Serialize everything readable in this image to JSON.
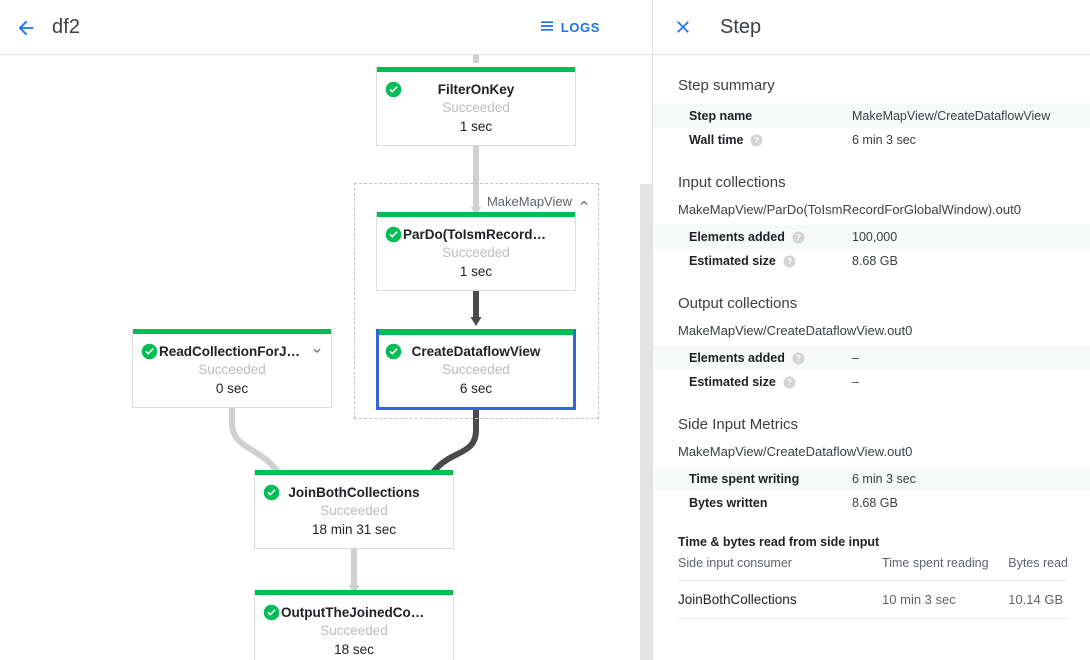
{
  "header": {
    "back_icon": "arrow-left-icon",
    "job_name": "df2",
    "logs_label": "LOGS",
    "logs_icon": "list-icon"
  },
  "graph": {
    "group": {
      "label": "MakeMapView",
      "collapse_icon": "chevron-up-icon"
    },
    "nodes": [
      {
        "id": "filter-on-key",
        "title": "FilterOnKey",
        "status": "Succeeded",
        "time": "1 sec",
        "status_icon": "check-circle-icon",
        "selected": false,
        "chevron": null
      },
      {
        "id": "pardo-to-ism-record",
        "title": "ParDo(ToIsmRecordFor…",
        "status": "Succeeded",
        "time": "1 sec",
        "status_icon": "check-circle-icon",
        "selected": false,
        "chevron": null
      },
      {
        "id": "create-dataflow-view",
        "title": "CreateDataflowView",
        "status": "Succeeded",
        "time": "6 sec",
        "status_icon": "check-circle-icon",
        "selected": true,
        "chevron": null
      },
      {
        "id": "read-collection-for-join",
        "title": "ReadCollectionForJoin",
        "status": "Succeeded",
        "time": "0 sec",
        "status_icon": "check-circle-icon",
        "selected": false,
        "chevron": "chevron-down-icon"
      },
      {
        "id": "join-both-collections",
        "title": "JoinBothCollections",
        "status": "Succeeded",
        "time": "18 min 31 sec",
        "status_icon": "check-circle-icon",
        "selected": false,
        "chevron": null
      },
      {
        "id": "output-the-joined-collection",
        "title": "OutputTheJoinedCollec…",
        "status": "Succeeded",
        "time": "18 sec",
        "status_icon": "check-circle-icon",
        "selected": false,
        "chevron": null
      }
    ],
    "colors": {
      "node_bar_green": "#00bd56",
      "selected_border": "#3367d6",
      "edge_light": "#d0d0d0",
      "edge_dark": "#4a4a4a"
    }
  },
  "detail": {
    "close_icon": "close-icon",
    "title": "Step",
    "step_summary": {
      "heading": "Step summary",
      "rows": [
        {
          "key": "Step name",
          "value": "MakeMapView/CreateDataflowView",
          "help": false
        },
        {
          "key": "Wall time",
          "value": "6 min 3 sec",
          "help": true
        }
      ]
    },
    "input_collections": {
      "heading": "Input collections",
      "collection": "MakeMapView/ParDo(ToIsmRecordForGlobalWindow).out0",
      "rows": [
        {
          "key": "Elements added",
          "value": "100,000",
          "help": true
        },
        {
          "key": "Estimated size",
          "value": "8.68 GB",
          "help": true
        }
      ]
    },
    "output_collections": {
      "heading": "Output collections",
      "collection": "MakeMapView/CreateDataflowView.out0",
      "rows": [
        {
          "key": "Elements added",
          "value": "–",
          "help": true
        },
        {
          "key": "Estimated size",
          "value": "–",
          "help": true
        }
      ]
    },
    "side_input_metrics": {
      "heading": "Side Input Metrics",
      "collection": "MakeMapView/CreateDataflowView.out0",
      "rows": [
        {
          "key": "Time spent writing",
          "value": "6 min 3 sec",
          "help": false
        },
        {
          "key": "Bytes written",
          "value": "8.68 GB",
          "help": false
        }
      ]
    },
    "side_input_table": {
      "heading": "Time & bytes read from side input",
      "columns": [
        "Side input consumer",
        "Time spent reading",
        "Bytes read"
      ],
      "rows": [
        [
          "JoinBothCollections",
          "10 min 3 sec",
          "10.14 GB"
        ]
      ]
    }
  }
}
